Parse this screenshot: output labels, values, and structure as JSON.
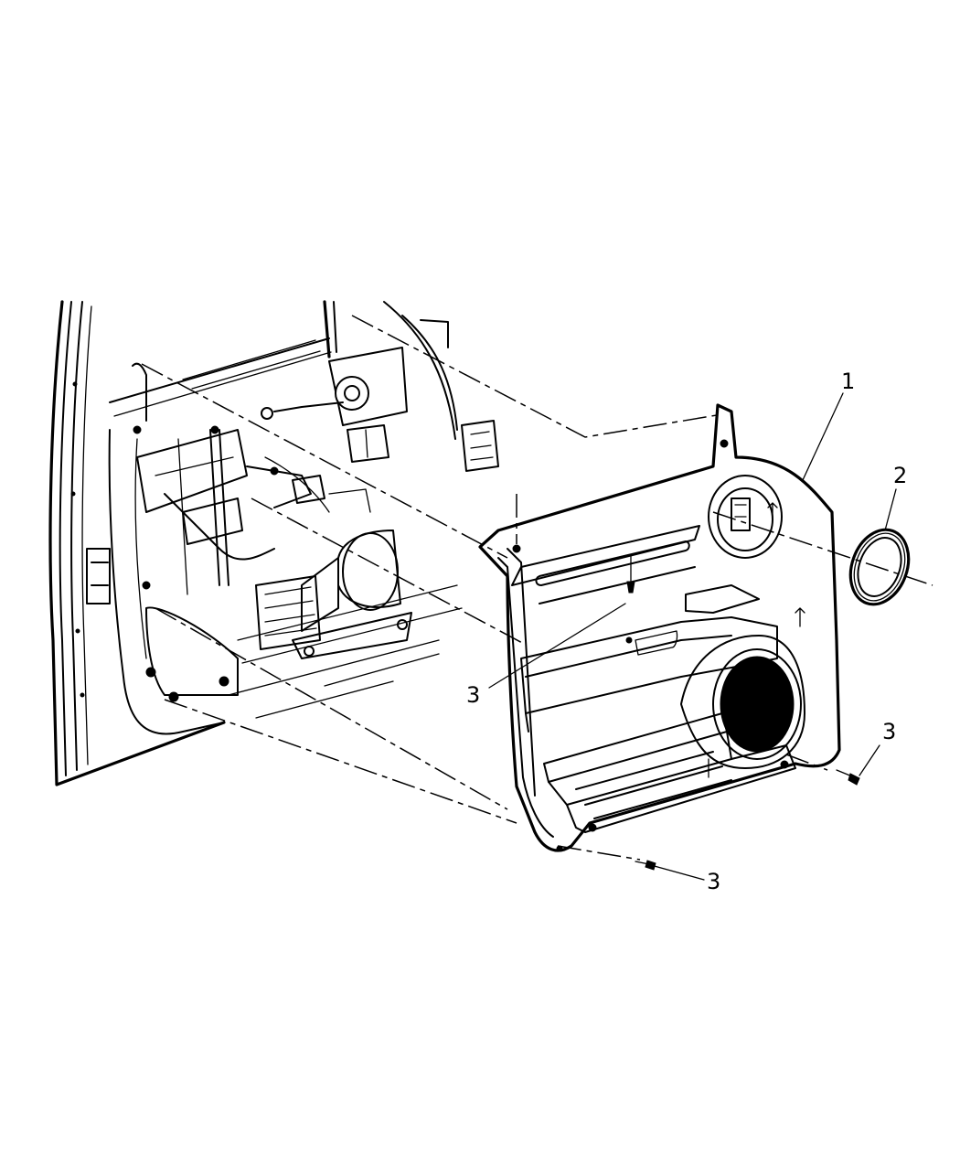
{
  "callouts": [
    {
      "id": "1",
      "label": "1"
    },
    {
      "id": "2",
      "label": "2"
    },
    {
      "id": "3a",
      "label": "3"
    },
    {
      "id": "3b",
      "label": "3"
    },
    {
      "id": "3c",
      "label": "3"
    }
  ]
}
